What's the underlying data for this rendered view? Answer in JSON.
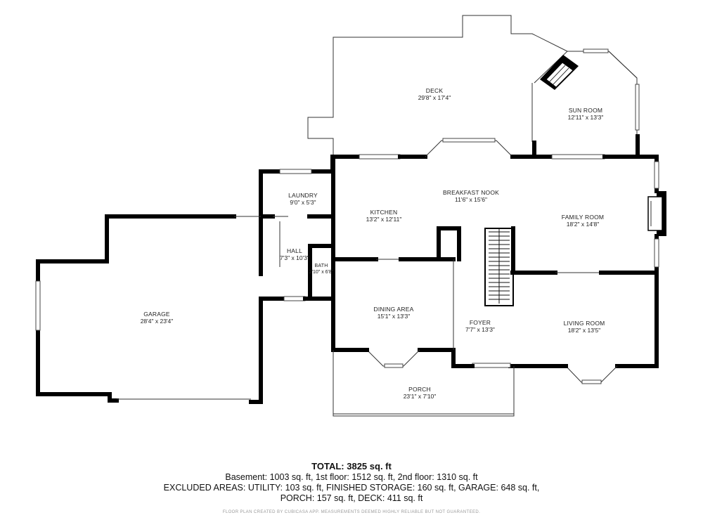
{
  "rooms": {
    "deck": {
      "name": "DECK",
      "dims": "29'8\" x 17'4\""
    },
    "sun_room": {
      "name": "SUN ROOM",
      "dims": "12'11\" x 13'3\""
    },
    "laundry": {
      "name": "LAUNDRY",
      "dims": "9'0\" x 5'3\""
    },
    "breakfast_nook": {
      "name": "BREAKFAST NOOK",
      "dims": "11'6\" x 15'6\""
    },
    "kitchen": {
      "name": "KITCHEN",
      "dims": "13'2\" x 12'11\""
    },
    "family_room": {
      "name": "FAMILY ROOM",
      "dims": "18'2\" x 14'8\""
    },
    "hall": {
      "name": "HALL",
      "dims": "7'3\" x 10'3\""
    },
    "bath": {
      "name": "BATH",
      "dims": "2'10\" x 6'8\""
    },
    "garage": {
      "name": "GARAGE",
      "dims": "28'4\" x 23'4\""
    },
    "dining_area": {
      "name": "DINING AREA",
      "dims": "15'1\" x 13'3\""
    },
    "foyer": {
      "name": "FOYER",
      "dims": "7'7\" x 13'3\""
    },
    "living_room": {
      "name": "LIVING ROOM",
      "dims": "18'2\" x 13'5\""
    },
    "porch": {
      "name": "PORCH",
      "dims": "23'1\" x 7'10\""
    }
  },
  "summary": {
    "total": "TOTAL: 3825 sq. ft",
    "line1": "Basement: 1003 sq. ft, 1st floor: 1512 sq. ft, 2nd floor: 1310 sq. ft",
    "line2": "EXCLUDED AREAS: UTILITY: 103 sq. ft, FINISHED STORAGE: 160 sq. ft, GARAGE: 648 sq. ft,",
    "line3": "PORCH: 157 sq. ft, DECK: 411 sq. ft"
  },
  "credit": "FLOOR PLAN CREATED BY CUBICASA APP. MEASUREMENTS DEEMED HIGHLY RELIABLE BUT NOT GUARANTEED."
}
